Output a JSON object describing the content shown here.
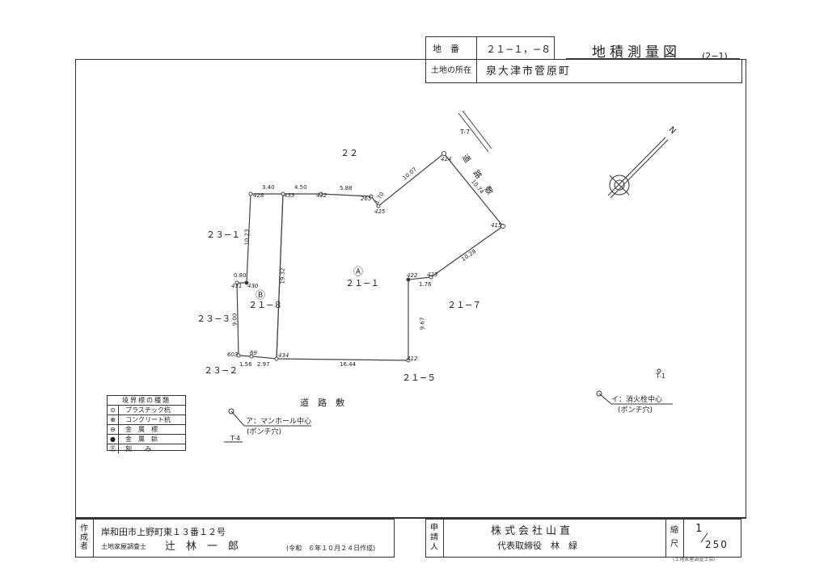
{
  "header": {
    "lot_label": "地　番",
    "lot_value": "２１−１，−８",
    "location_label": "土地の所在",
    "location_value": "泉大津市菅原町",
    "title": "地積測量図",
    "sheet": "(2−1)"
  },
  "plot": {
    "labels": {
      "north": "N",
      "lot_22": "２２",
      "lot_23_1": "２３−１",
      "lot_23_3": "２３−３",
      "lot_23_2": "２３−２",
      "lot_21_7": "２１−７",
      "lot_21_5": "２１−５",
      "lot_21_1": "２１−１",
      "lot_21_8": "２１−８",
      "mark_a": "Ⓐ",
      "mark_b": "Ⓑ",
      "road_south": "道　路　敷",
      "road_ne": "道路敷",
      "t7": "T-7",
      "t4": "T-4",
      "t1": "T-1",
      "manhole": "ア：マンホール中心",
      "manhole_sub": "(ポンチ穴)",
      "hydrant": "イ：消火栓中心",
      "hydrant_sub": "(ポンチ穴)"
    },
    "points": {
      "p428": "428",
      "p433": "433",
      "p432": "432",
      "p265": "265",
      "p425": "425",
      "p424": "424",
      "p415": "415",
      "p423": "423",
      "p422": "422",
      "p412": "412",
      "p434": "434",
      "p69": "69",
      "p603": "603",
      "p431": "431",
      "p430": "430"
    },
    "dims": {
      "d340": "3.40",
      "d450": "4.50",
      "d588": "5.88",
      "d170": "1.70",
      "d1007": "10.07",
      "d1074": "10.74",
      "d1028": "10.28",
      "d176": "1.76",
      "d967": "9.67",
      "d1644": "16.44",
      "d297": "2.97",
      "d156": "1.56",
      "d1932": "19.32",
      "d1023": "10.23",
      "d080": "0.80",
      "d900": "9.00"
    }
  },
  "legend": {
    "title": "境界標の種類",
    "items": [
      {
        "icon": "⊙",
        "label": "プラスチック杭"
      },
      {
        "icon": "⊕",
        "label": "コンクリート杭"
      },
      {
        "icon": "⊖",
        "label": "金　属　標"
      },
      {
        "icon": "●",
        "label": "金　属　鋲"
      },
      {
        "icon": "㊄",
        "label": "刻　　み"
      }
    ]
  },
  "footer": {
    "maker_label": "作成者",
    "maker_address": "岸和田市上野町東１３番１２号",
    "maker_title": "土地家屋調査士",
    "maker_name": "辻　林　一　郎",
    "maker_date": "(令和　６年１０月２４日作成)",
    "applicant_label": "申請人",
    "company": "株式会社山直",
    "rep": "代表取締役　林　緑",
    "scale_label": "縮尺",
    "scale_num": "1",
    "scale_den": "250",
    "small_note": "(土地家屋調査士会)"
  }
}
